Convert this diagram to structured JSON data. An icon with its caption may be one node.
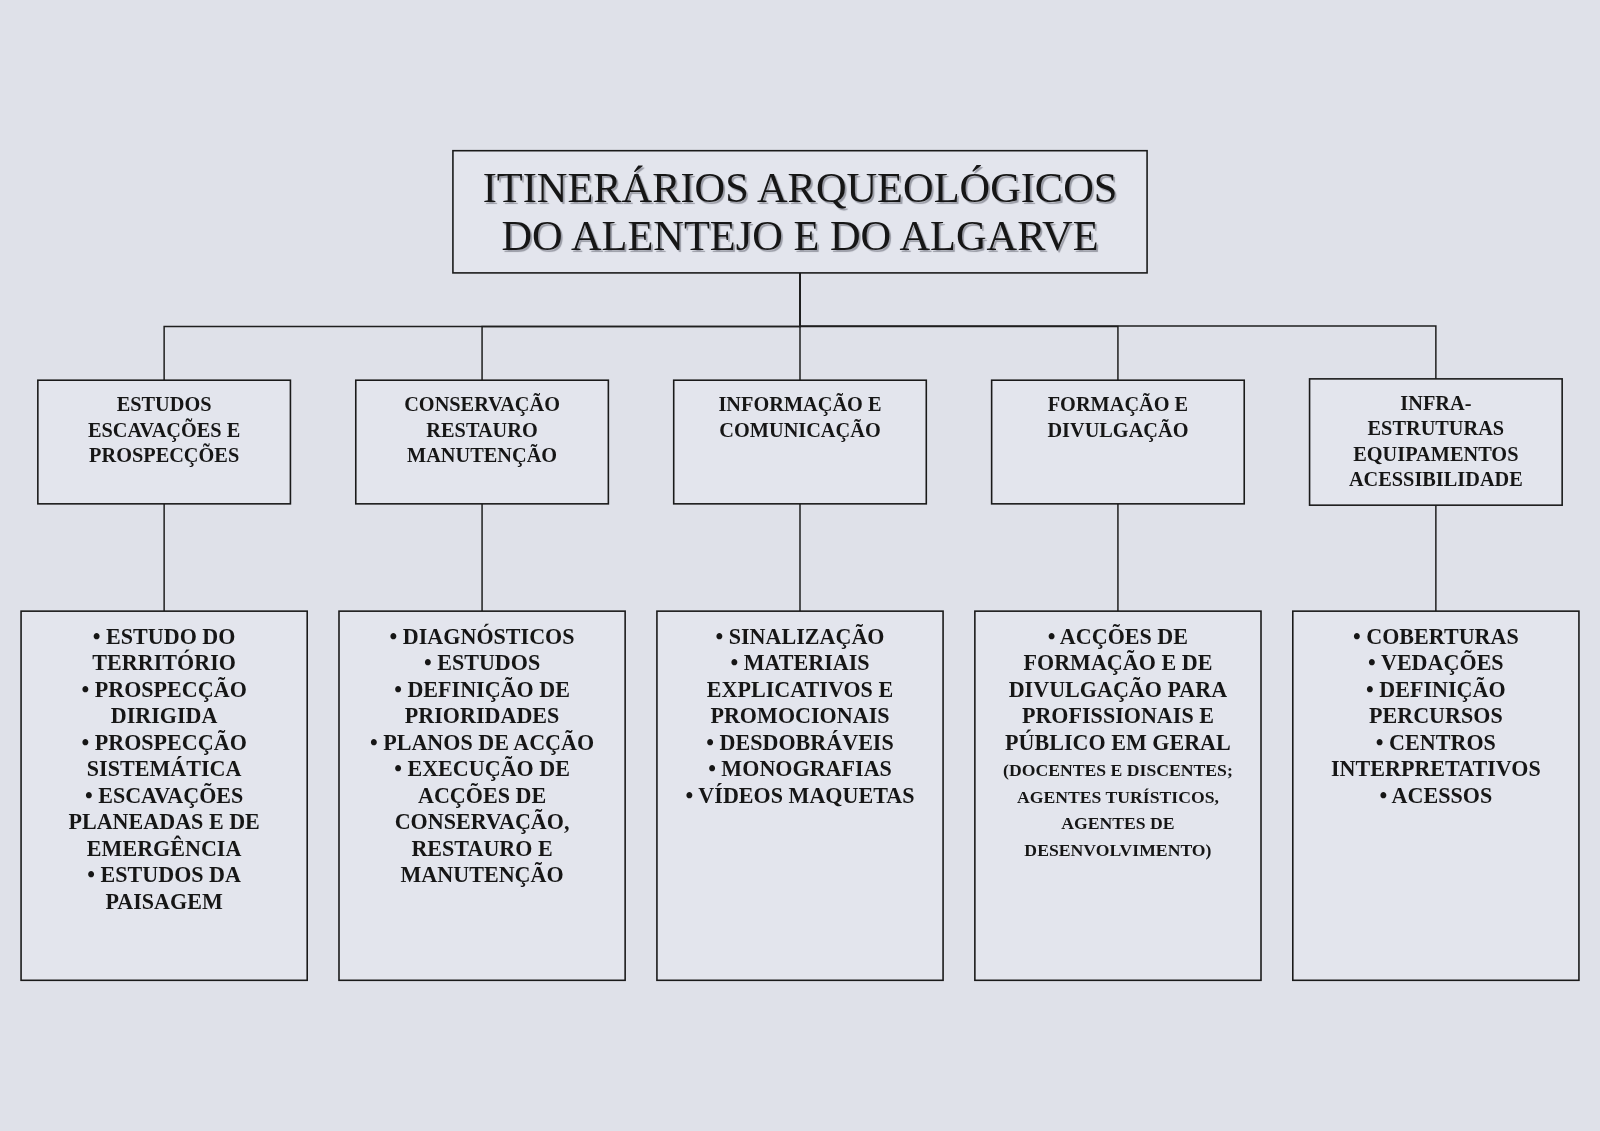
{
  "diagram": {
    "nodes": [
      {
        "text": [
          "ITINERÁRIOS ARQUEOLÓGICOS DO ALENTEJO E DO ALGARVE"
        ]
      },
      {
        "text": [
          "ESTUDOS ESCAVAÇÕES E PROSPECÇÕES"
        ]
      },
      {
        "text": [
          "CONSERVAÇÃO RESTAURO MANUTENÇÃO"
        ]
      },
      {
        "text": [
          "INFORMAÇÃO E COMUNICAÇÃO"
        ]
      },
      {
        "text": [
          "FORMAÇÃO E DIVULGAÇÃO"
        ]
      },
      {
        "text": [
          "INFRA-ESTRUTURAS EQUIPAMENTOS ACESSIBILIDADE"
        ]
      },
      {
        "text": [
          "• ESTUDO DO TERRITÓRIO",
          "• PROSPECÇÃO DIRIGIDA",
          "• PROSPECÇÃO SISTEMÁTICA",
          "• ESCAVAÇÕES PLANEADAS E DE EMERGÊNCIA",
          "• ESTUDOS DA PAISAGEM"
        ]
      },
      {
        "text": [
          "• DIAGNÓSTICOS",
          "• ESTUDOS",
          "• DEFINIÇÃO DE PRIORIDADES",
          "• PLANOS DE ACÇÃO",
          "• EXECUÇÃO DE ACÇÕES DE CONSERVAÇÃO, RESTAURO E MANUTENÇÃO"
        ]
      },
      {
        "text": [
          "• SINALIZAÇÃO",
          "• MATERIAIS EXPLICATIVOS E PROMOCIONAIS",
          "• DESDOBRÁVEIS",
          "• MONOGRAFIAS",
          "• VÍDEOS MAQUETAS"
        ]
      },
      {
        "text": [
          "• ACÇÕES DE FORMAÇÃO E DE DIVULGAÇÃO PARA PROFISSIONAIS E PÚBLICO EM GERAL",
          "(DOCENTES E DISCENTES; AGENTES TURÍSTICOS, AGENTES DE DESENVOLVIMENTO)"
        ]
      },
      {
        "text": [
          "• COBERTURAS",
          "• VEDAÇÕES",
          "• DEFINIÇÃO PERCURSOS",
          "• CENTROS INTERPRETATIVOS",
          "• ACESSOS"
        ]
      }
    ],
    "edges": [
      {
        "from": 0,
        "to": 1,
        "arrow": "none"
      },
      {
        "from": 0,
        "to": 2,
        "arrow": "none"
      },
      {
        "from": 0,
        "to": 3,
        "arrow": "none"
      },
      {
        "from": 0,
        "to": 4,
        "arrow": "none"
      },
      {
        "from": 0,
        "to": 5,
        "arrow": "none"
      },
      {
        "from": 1,
        "to": 6,
        "arrow": "none"
      },
      {
        "from": 2,
        "to": 7,
        "arrow": "none"
      },
      {
        "from": 3,
        "to": 8,
        "arrow": "none"
      },
      {
        "from": 4,
        "to": 9,
        "arrow": "none"
      },
      {
        "from": 5,
        "to": 10,
        "arrow": "none"
      }
    ]
  }
}
